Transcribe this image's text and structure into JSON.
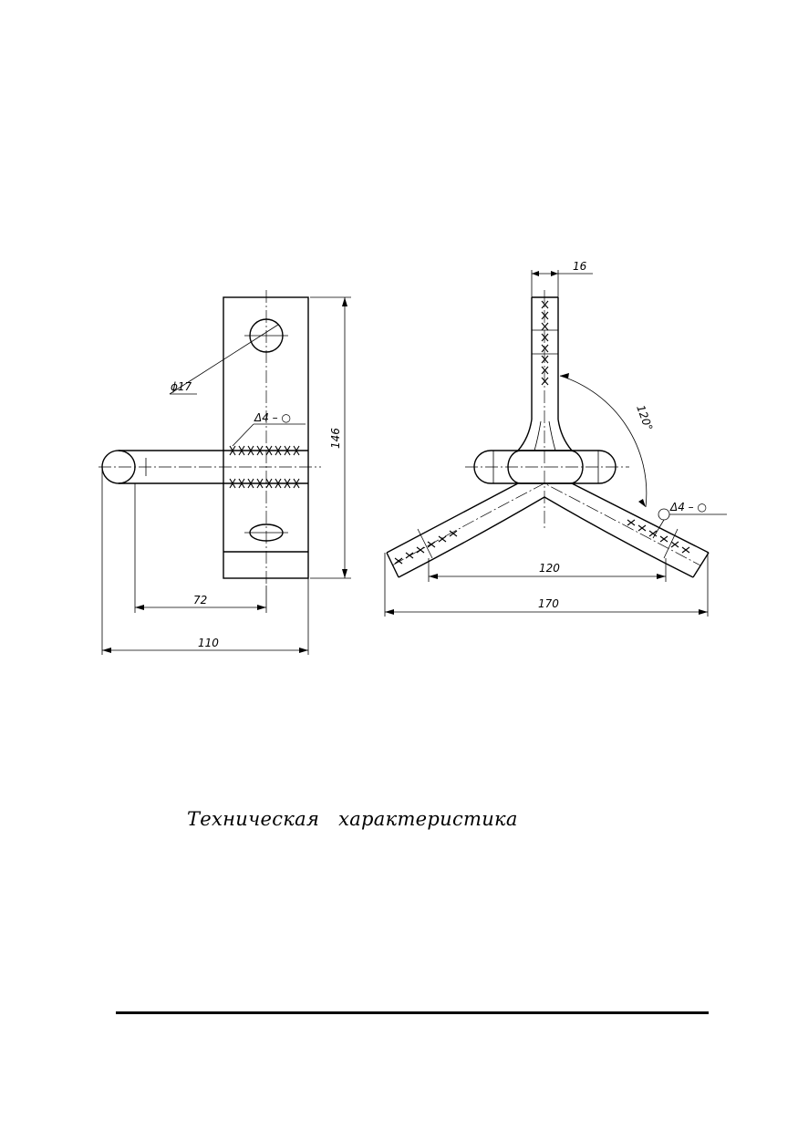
{
  "drawing": {
    "left_view": {
      "hole_diameter": "ϕ17",
      "weld_symbol": "Δ4 – ○",
      "height": "146",
      "rod_length": "72",
      "total_width": "110"
    },
    "right_view": {
      "arm_width": "16",
      "angle": "120°",
      "weld_symbol": "Δ4 – ○",
      "inner_span": "120",
      "total_span": "170"
    }
  },
  "caption": "Техническая   характеристика"
}
